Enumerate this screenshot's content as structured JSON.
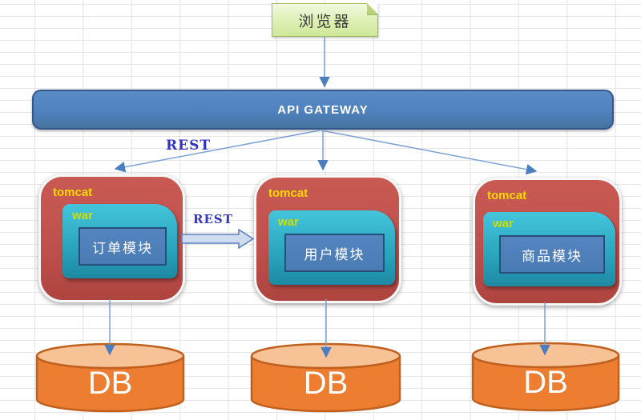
{
  "diagram": {
    "browser": {
      "label": "浏览器"
    },
    "gateway": {
      "label": "API GATEWAY"
    },
    "rest_top_label": "REST",
    "rest_mid_label": "REST",
    "nodes": [
      {
        "container_label": "tomcat",
        "war_label": "war",
        "module_label": "订单模块",
        "db_label": "DB"
      },
      {
        "container_label": "tomcat",
        "war_label": "war",
        "module_label": "用户模块",
        "db_label": "DB"
      },
      {
        "container_label": "tomcat",
        "war_label": "war",
        "module_label": "商品模块",
        "db_label": "DB"
      }
    ],
    "connections": [
      {
        "from": "浏览器",
        "to": "API GATEWAY",
        "label": ""
      },
      {
        "from": "API GATEWAY",
        "to": "tomcat-1",
        "label": "REST"
      },
      {
        "from": "API GATEWAY",
        "to": "tomcat-2",
        "label": ""
      },
      {
        "from": "API GATEWAY",
        "to": "tomcat-3",
        "label": ""
      },
      {
        "from": "tomcat-1",
        "to": "tomcat-2",
        "label": "REST"
      },
      {
        "from": "tomcat-1",
        "to": "DB-1",
        "label": ""
      },
      {
        "from": "tomcat-2",
        "to": "DB-2",
        "label": ""
      },
      {
        "from": "tomcat-3",
        "to": "DB-3",
        "label": ""
      }
    ],
    "colors": {
      "browser_fill": "#ddefb2",
      "browser_border": "#9cba5c",
      "gateway_fill": "#4f81bd",
      "gateway_border": "#31568c",
      "tomcat_fill": "#c0504d",
      "tomcat_text": "#ffd800",
      "war_fill_top": "#44c5db",
      "war_fill_bottom": "#1d89a2",
      "war_text": "#cdde00",
      "module_fill": "#4f81bd",
      "module_border": "#274e79",
      "db_body_fill": "#ed7d31",
      "db_top_fill": "#f7c296",
      "db_border": "#c0601f",
      "arrow_line": "#7da1d2",
      "arrow_head": "#4a7ebf",
      "rest_text": "#3434c4",
      "grid_line": "#e3e3e6"
    }
  }
}
